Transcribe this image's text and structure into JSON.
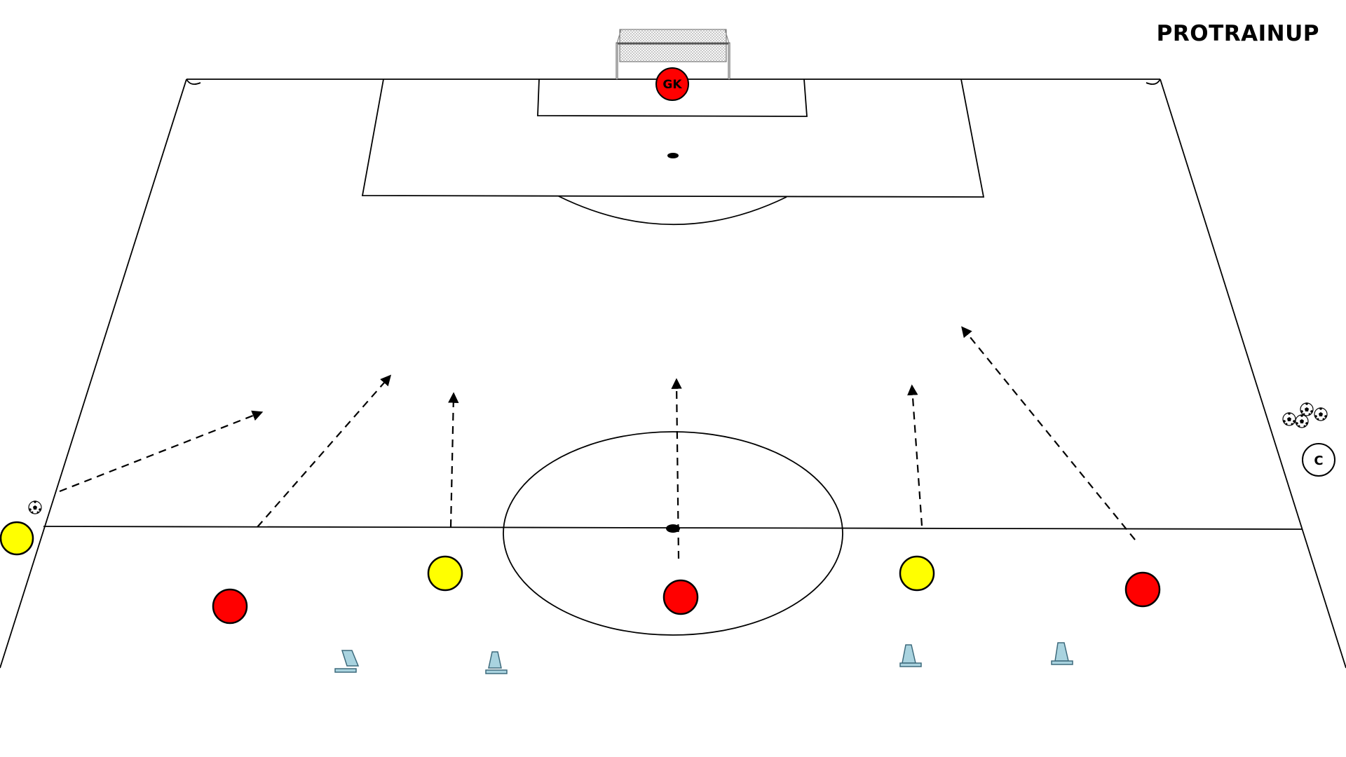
{
  "brand": {
    "name": "PROTRAINUP"
  },
  "colors": {
    "background": "#ffffff",
    "line": "#000000",
    "team_red": "#ff0000",
    "team_yellow": "#ffff00",
    "cone": "#a9d3df",
    "cone_edge": "#3d6a7c"
  },
  "goalkeeper": {
    "label": "GK",
    "team": "red"
  },
  "coach": {
    "label": "C"
  },
  "players": [
    {
      "id": "yellow-left-edge",
      "team": "yellow",
      "label": ""
    },
    {
      "id": "red-left",
      "team": "red",
      "label": ""
    },
    {
      "id": "yellow-left-center",
      "team": "yellow",
      "label": ""
    },
    {
      "id": "red-center",
      "team": "red",
      "label": ""
    },
    {
      "id": "yellow-right-center",
      "team": "yellow",
      "label": ""
    },
    {
      "id": "red-right",
      "team": "red",
      "label": ""
    }
  ],
  "equipment": {
    "cones": 4,
    "balls_near_coach": 4,
    "ball_left": 1
  },
  "runs": [
    {
      "id": "run-1",
      "style": "dashed",
      "direction": "forward-right"
    },
    {
      "id": "run-2",
      "style": "dashed",
      "direction": "forward-right"
    },
    {
      "id": "run-3",
      "style": "dashed",
      "direction": "forward"
    },
    {
      "id": "run-4",
      "style": "dashed",
      "direction": "forward"
    },
    {
      "id": "run-5",
      "style": "dashed",
      "direction": "forward"
    },
    {
      "id": "run-6",
      "style": "dashed",
      "direction": "forward-left"
    }
  ]
}
